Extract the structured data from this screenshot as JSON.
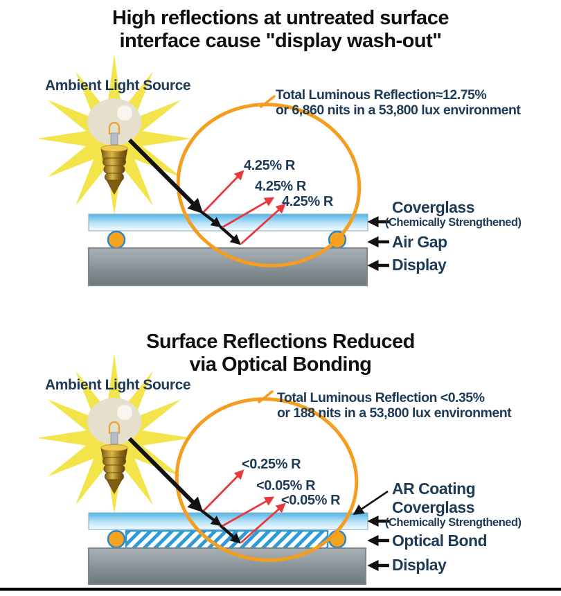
{
  "colors": {
    "navy_text": "#1D3A57",
    "title_black": "#0F0F0F",
    "ray_black": "#121212",
    "ray_red": "#E8383C",
    "ellipse_orange": "#F49D1F",
    "spacer_orange": "#F5A31E",
    "spacer_border_blue": "#2D87C8",
    "coverglass_blue": "#50B4E7",
    "display_gray": "#6C777B",
    "starburst_yellow": "#F4E44C",
    "bond_hatch_blue": "#2E9BD6"
  },
  "diagram_top": {
    "title_lines": [
      "High reflections at untreated surface",
      "interface cause \"display wash-out\""
    ],
    "light_source_label": "Ambient Light Source",
    "total_reflection_lines": [
      "Total Luminous Reflection≈12.75%",
      "or 6,860 nits in a 53,800 lux environment"
    ],
    "reflections": [
      "4.25% R",
      "4.25% R",
      "4.25% R"
    ],
    "layer_labels": {
      "coverglass": "Coverglass",
      "coverglass_sub": "(Chemically Strengthened)",
      "air_gap": "Air Gap",
      "display": "Display"
    }
  },
  "diagram_bottom": {
    "title_lines": [
      "Surface Reflections Reduced",
      "via Optical Bonding"
    ],
    "light_source_label": "Ambient Light Source",
    "total_reflection_lines": [
      "Total Luminous Reflection <0.35%",
      "or 188 nits in a 53,800 lux environment"
    ],
    "reflections": [
      "<0.25% R",
      "<0.05% R",
      "<0.05% R"
    ],
    "layer_labels": {
      "ar_coating": "AR Coating",
      "coverglass": "Coverglass",
      "coverglass_sub": "(Chemically Strengthened)",
      "optical_bond": "Optical Bond",
      "display": "Display"
    }
  }
}
